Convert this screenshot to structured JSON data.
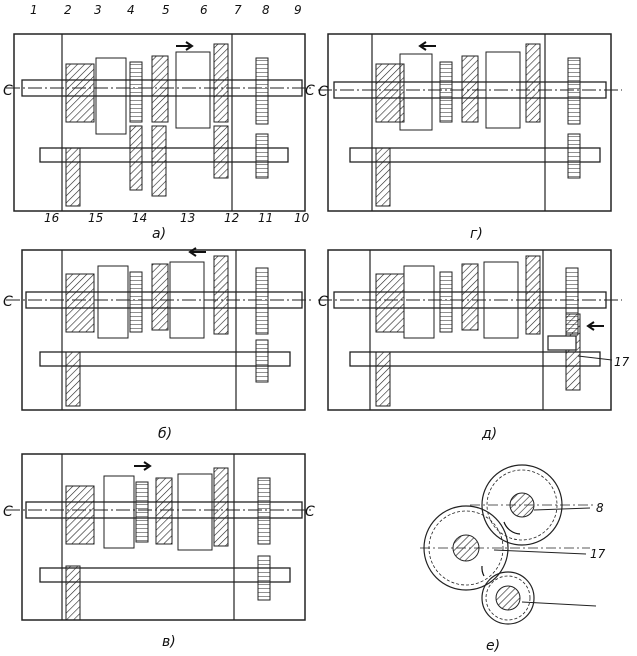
{
  "numbers": [
    "1",
    "2",
    "3",
    "4",
    "5",
    "6",
    "7",
    "8",
    "9",
    "10",
    "11",
    "12",
    "13",
    "14",
    "15",
    "16",
    "17"
  ],
  "captions": {
    "a": "а)",
    "b": "б)",
    "v": "в)",
    "g": "г)",
    "d": "д)",
    "e": "е)"
  },
  "axis_mark": "С",
  "e_labels": {
    "gear8": "8",
    "gear17": "17"
  }
}
